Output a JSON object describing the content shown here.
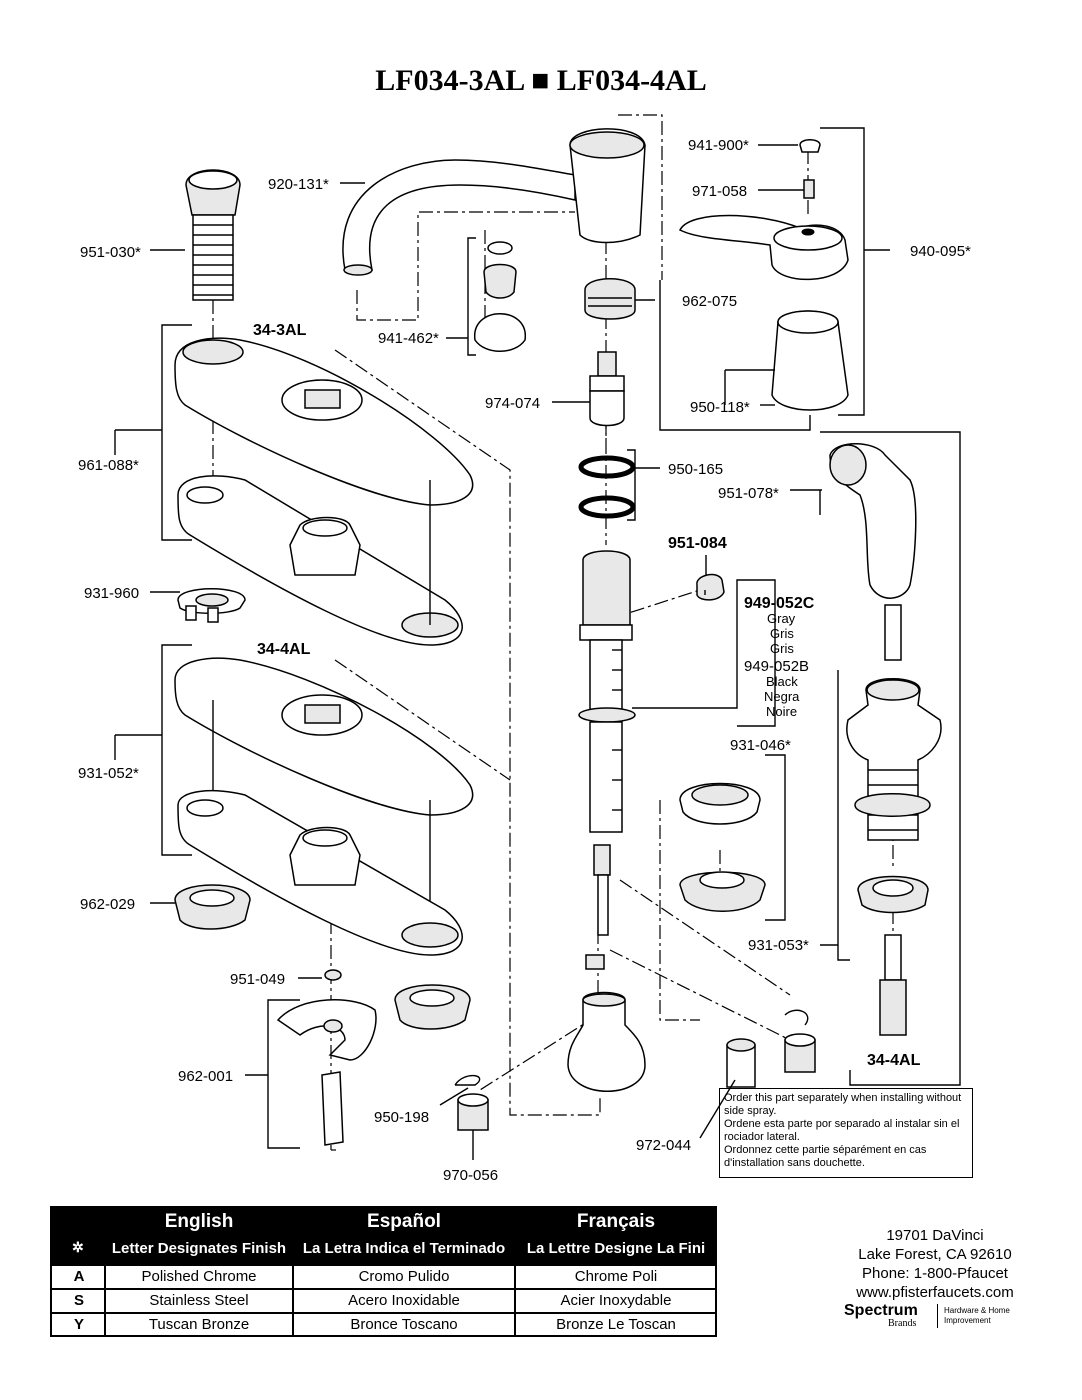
{
  "title": "LF034-3AL ■ LF034-4AL",
  "labels": {
    "p920_131": "920-131*",
    "p951_030": "951-030*",
    "p941_462": "941-462*",
    "p962_075": "962-075",
    "p974_074": "974-074",
    "p941_900": "941-900*",
    "p971_058": "971-058",
    "p940_095": "940-095*",
    "p950_118": "950-118*",
    "p961_088": "961-088*",
    "p931_960": "931-960",
    "p950_165": "950-165",
    "p951_078": "951-078*",
    "p951_084": "951-084",
    "p949_052c": "949-052C",
    "gray_en": "Gray",
    "gray_es": "Gris",
    "gray_fr": "Gris",
    "p949_052b": "949-052B",
    "black_en": "Black",
    "black_es": "Negra",
    "black_fr": "Noire",
    "p931_052": "931-052*",
    "p931_046": "931-046*",
    "p962_029": "962-029",
    "p931_053": "931-053*",
    "p951_049": "951-049",
    "p962_001": "962-001",
    "p950_198": "950-198",
    "p970_056": "970-056",
    "p972_044": "972-044",
    "model_34_3al": "34-3AL",
    "model_34_4al_a": "34-4AL",
    "model_34_4al_b": "34-4AL"
  },
  "note": {
    "en": "Order this part separately when installing without side spray.",
    "es": "Ordene esta parte por separado al instalar sin el rociador lateral.",
    "fr": "Ordonnez cette partie séparément en cas d'installation sans douchette."
  },
  "finish_table": {
    "headers": [
      "English",
      "Español",
      "Français"
    ],
    "subheaders": [
      "Letter Designates Finish",
      "La Letra Indica el Terminado",
      "La Lettre Designe La Fini"
    ],
    "rows": [
      {
        "code": "A",
        "en": "Polished Chrome",
        "es": "Cromo Pulido",
        "fr": "Chrome Poli"
      },
      {
        "code": "S",
        "en": "Stainless Steel",
        "es": "Acero Inoxidable",
        "fr": "Acier Inoxydable"
      },
      {
        "code": "Y",
        "en": "Tuscan Bronze",
        "es": "Bronce Toscano",
        "fr": "Bronze Le Toscan"
      }
    ]
  },
  "address": {
    "line1": "19701 DaVinci",
    "line2": "Lake Forest, CA 92610",
    "line3": "Phone: 1-800-Pfaucet",
    "line4": "www.pfisterfaucets.com"
  },
  "brand": {
    "name": "Spectrum",
    "sub": "Brands",
    "tagline": "Hardware & Home Improvement"
  }
}
